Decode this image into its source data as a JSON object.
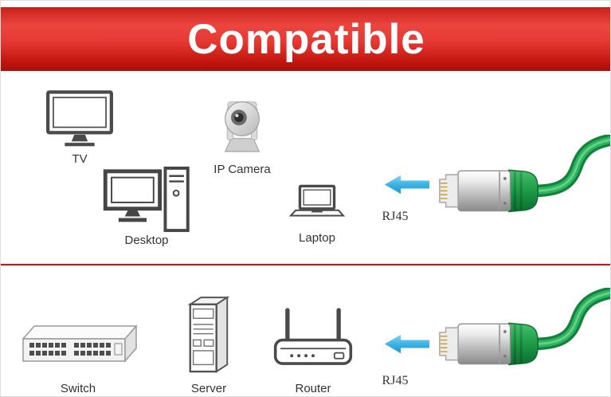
{
  "title": "Compatible",
  "colors": {
    "banner_red_top": "#ec4540",
    "banner_red_bottom": "#a90f0a",
    "divider_red": "#e30613",
    "arrow_cyan": "#3cb4e5",
    "cable_green": "#1f9e4b",
    "icon_gray": "#4a4a4a",
    "label_gray": "#333333"
  },
  "top_section": {
    "devices": [
      {
        "label": "TV",
        "icon": "tv-icon"
      },
      {
        "label": "IP Camera",
        "icon": "ip-camera-icon"
      },
      {
        "label": "Desktop",
        "icon": "desktop-icon"
      },
      {
        "label": "Laptop",
        "icon": "laptop-icon"
      }
    ],
    "arrow": "arrow-left-icon",
    "connector_label": "RJ45",
    "cable": "rj45-cable-icon"
  },
  "bottom_section": {
    "devices": [
      {
        "label": "Switch",
        "icon": "switch-icon"
      },
      {
        "label": "Server",
        "icon": "server-icon"
      },
      {
        "label": "Router",
        "icon": "router-icon"
      }
    ],
    "arrow": "arrow-left-icon",
    "connector_label": "RJ45",
    "cable": "rj45-cable-icon"
  }
}
